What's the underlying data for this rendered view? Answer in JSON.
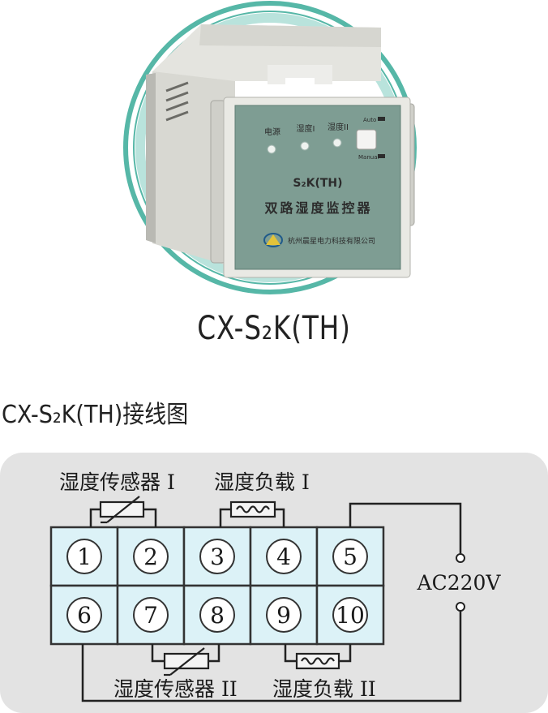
{
  "device": {
    "indicators": [
      "电源",
      "湿度I",
      "湿度II"
    ],
    "switch_top": "Auto",
    "switch_bottom": "Manual",
    "model_code": "S₂K(TH)",
    "product_name": "双路湿度监控器",
    "company": "杭州晨星电力科技有限公司"
  },
  "product_title": "CX-S₂K(TH)",
  "wiring_title": "CX-S₂K(TH)接线图",
  "diagram": {
    "terminals_top": [
      "1",
      "2",
      "3",
      "4",
      "5"
    ],
    "terminals_bottom": [
      "6",
      "7",
      "8",
      "9",
      "10"
    ],
    "sensor1_label": "湿度传感器 I",
    "load1_label": "湿度负载 I",
    "sensor2_label": "湿度传感器 II",
    "load2_label": "湿度负载 II",
    "power_label": "AC220V"
  },
  "colors": {
    "ring": "#56b7a7",
    "panel": "#7e9d93",
    "terminal_fill": "#dcf2f7",
    "diagram_bg": "#e3e3e3"
  }
}
